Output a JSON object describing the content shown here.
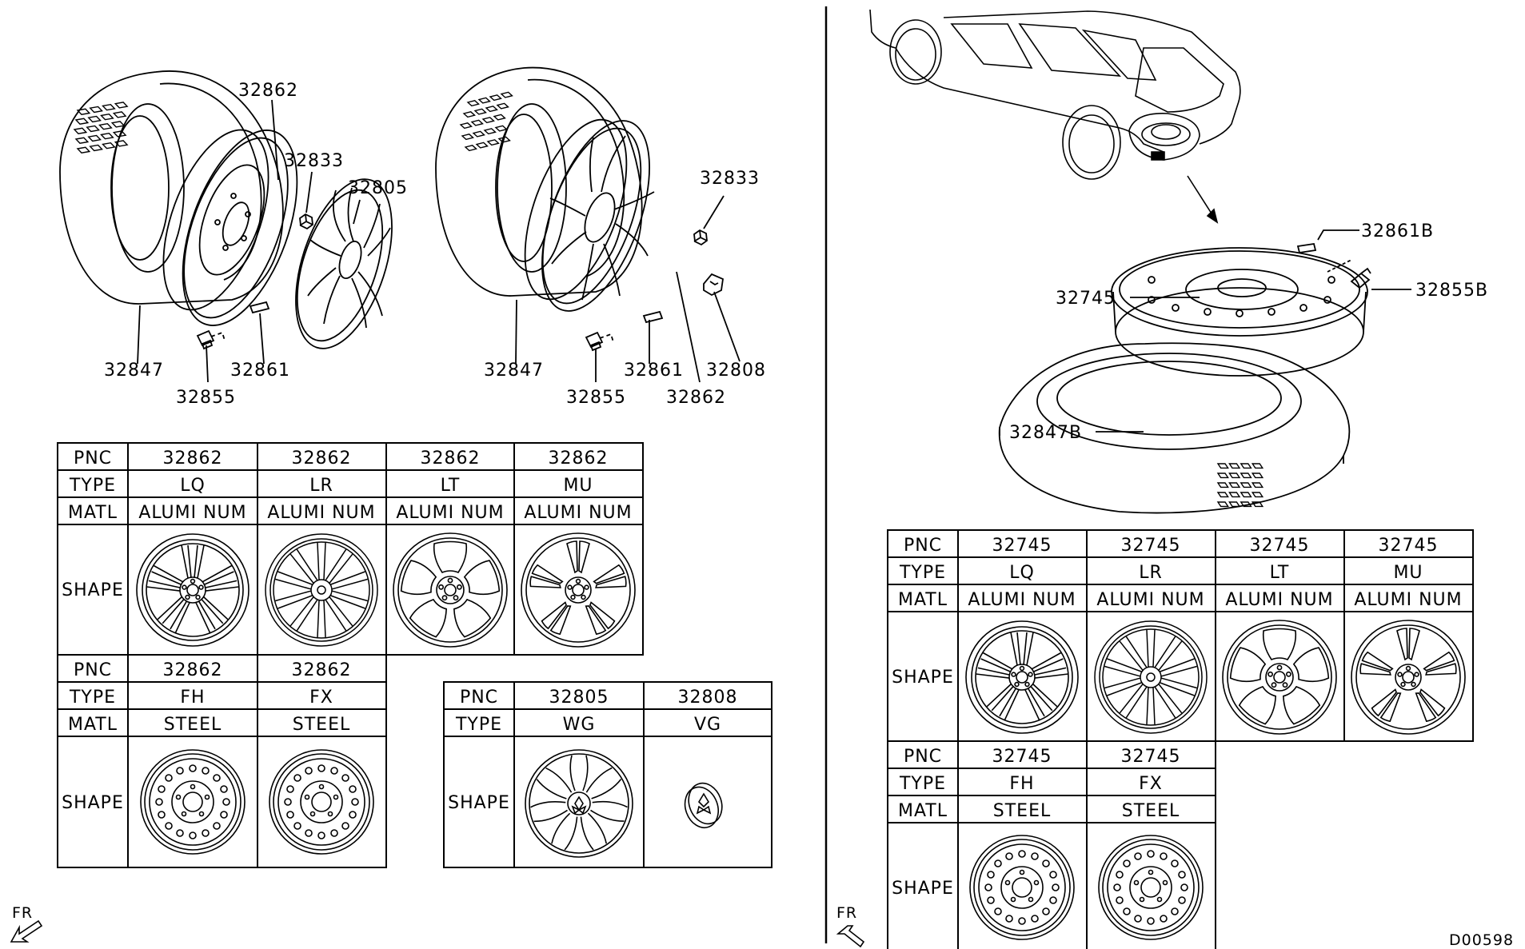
{
  "callouts_top": {
    "tire_left": "32847",
    "steel_rim_left": "32862",
    "nut_left": "32833",
    "wheel_cover": "32805",
    "valve_left": "32855",
    "weight_left": "32861",
    "tire_right": "32847",
    "nut_right": "32833",
    "valve_right": "32855",
    "weight_right": "32861",
    "center_cap": "32808",
    "alloy_rim_right": "32862"
  },
  "callouts_spare": {
    "weight": "32861B",
    "rim": "32745",
    "valve": "32855B",
    "tire": "32847B"
  },
  "row_labels": {
    "pnc": "PNC",
    "type": "TYPE",
    "matl": "MATL",
    "shape": "SHAPE"
  },
  "table_alloy_left": {
    "columns": [
      {
        "pnc": "32862",
        "type": "LQ",
        "matl": "ALUMI NUM",
        "shape": "alloy-5-double-spoke"
      },
      {
        "pnc": "32862",
        "type": "LR",
        "matl": "ALUMI NUM",
        "shape": "alloy-10-spoke"
      },
      {
        "pnc": "32862",
        "type": "LT",
        "matl": "ALUMI NUM",
        "shape": "alloy-y-spoke"
      },
      {
        "pnc": "32862",
        "type": "MU",
        "matl": "ALUMI NUM",
        "shape": "alloy-split-spoke"
      }
    ]
  },
  "table_steel_left": {
    "columns": [
      {
        "pnc": "32862",
        "type": "FH",
        "matl": "STEEL",
        "shape": "steel-rim"
      },
      {
        "pnc": "32862",
        "type": "FX",
        "matl": "STEEL",
        "shape": "steel-rim"
      }
    ]
  },
  "table_cover": {
    "columns": [
      {
        "pnc": "32805",
        "type": "WG",
        "shape": "wheel-cover"
      },
      {
        "pnc": "32808",
        "type": "VG",
        "shape": "center-cap"
      }
    ]
  },
  "table_alloy_right": {
    "columns": [
      {
        "pnc": "32745",
        "type": "LQ",
        "matl": "ALUMI NUM",
        "shape": "alloy-5-double-spoke"
      },
      {
        "pnc": "32745",
        "type": "LR",
        "matl": "ALUMI NUM",
        "shape": "alloy-10-spoke"
      },
      {
        "pnc": "32745",
        "type": "LT",
        "matl": "ALUMI NUM",
        "shape": "alloy-y-spoke"
      },
      {
        "pnc": "32745",
        "type": "MU",
        "matl": "ALUMI NUM",
        "shape": "alloy-split-spoke"
      }
    ]
  },
  "table_steel_right": {
    "columns": [
      {
        "pnc": "32745",
        "type": "FH",
        "matl": "STEEL",
        "shape": "steel-rim"
      },
      {
        "pnc": "32745",
        "type": "FX",
        "matl": "STEEL",
        "shape": "steel-rim"
      }
    ]
  },
  "direction_left": "FR",
  "direction_right": "FR",
  "figure_code": "D00598",
  "colors": {
    "ink": "#000000",
    "paper": "#ffffff"
  }
}
